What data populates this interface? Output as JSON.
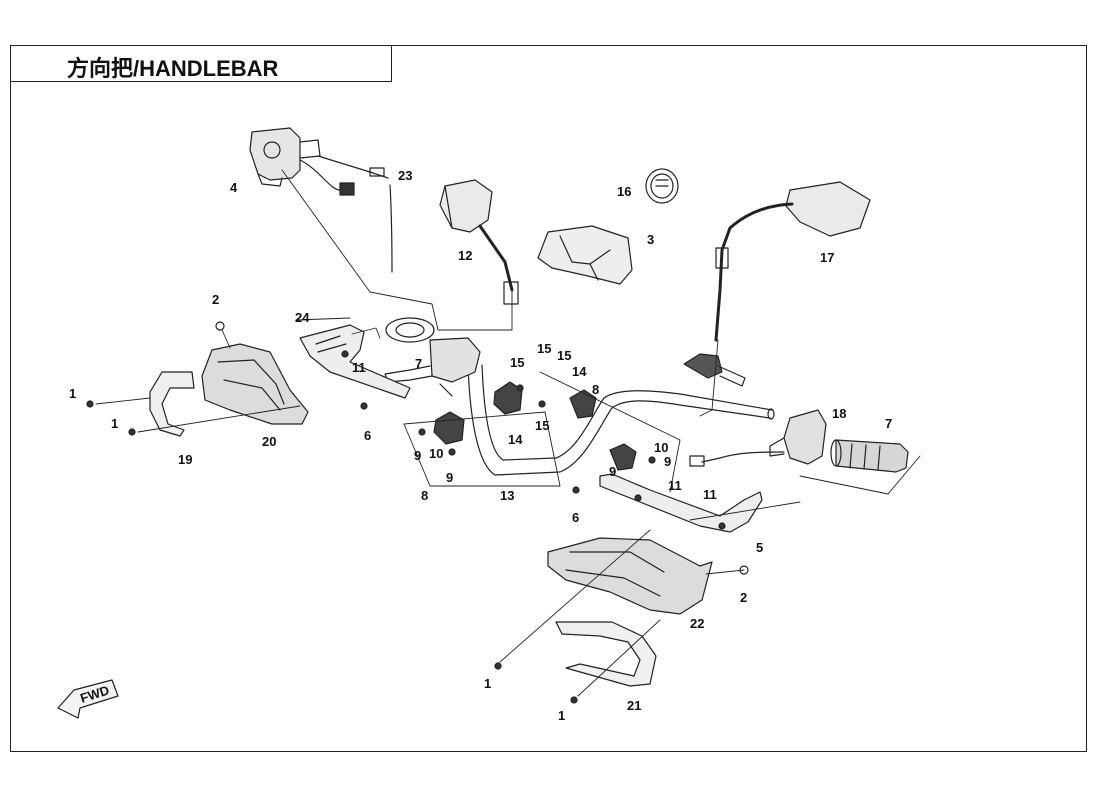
{
  "title": "方向把/HANDLEBAR",
  "fwd_label": "FWD",
  "callouts": [
    {
      "id": "c1a",
      "text": "1"
    },
    {
      "id": "c1b",
      "text": "1"
    },
    {
      "id": "c1c",
      "text": "1"
    },
    {
      "id": "c1d",
      "text": "1"
    },
    {
      "id": "c2a",
      "text": "2"
    },
    {
      "id": "c2b",
      "text": "2"
    },
    {
      "id": "c3",
      "text": "3"
    },
    {
      "id": "c4",
      "text": "4"
    },
    {
      "id": "c5",
      "text": "5"
    },
    {
      "id": "c6a",
      "text": "6"
    },
    {
      "id": "c6b",
      "text": "6"
    },
    {
      "id": "c7a",
      "text": "7"
    },
    {
      "id": "c7b",
      "text": "7"
    },
    {
      "id": "c8a",
      "text": "8"
    },
    {
      "id": "c8b",
      "text": "8"
    },
    {
      "id": "c9a",
      "text": "9"
    },
    {
      "id": "c9b",
      "text": "9"
    },
    {
      "id": "c9c",
      "text": "9"
    },
    {
      "id": "c9d",
      "text": "9"
    },
    {
      "id": "c10a",
      "text": "10"
    },
    {
      "id": "c10b",
      "text": "10"
    },
    {
      "id": "c11a",
      "text": "11"
    },
    {
      "id": "c11b",
      "text": "11"
    },
    {
      "id": "c11c",
      "text": "11"
    },
    {
      "id": "c12",
      "text": "12"
    },
    {
      "id": "c13",
      "text": "13"
    },
    {
      "id": "c14a",
      "text": "14"
    },
    {
      "id": "c14b",
      "text": "14"
    },
    {
      "id": "c15a",
      "text": "15"
    },
    {
      "id": "c15b",
      "text": "15"
    },
    {
      "id": "c15c",
      "text": "15"
    },
    {
      "id": "c15d",
      "text": "15"
    },
    {
      "id": "c16",
      "text": "16"
    },
    {
      "id": "c17",
      "text": "17"
    },
    {
      "id": "c18",
      "text": "18"
    },
    {
      "id": "c19",
      "text": "19"
    },
    {
      "id": "c20",
      "text": "20"
    },
    {
      "id": "c21",
      "text": "21"
    },
    {
      "id": "c22",
      "text": "22"
    },
    {
      "id": "c23",
      "text": "23"
    },
    {
      "id": "c24",
      "text": "24"
    }
  ]
}
